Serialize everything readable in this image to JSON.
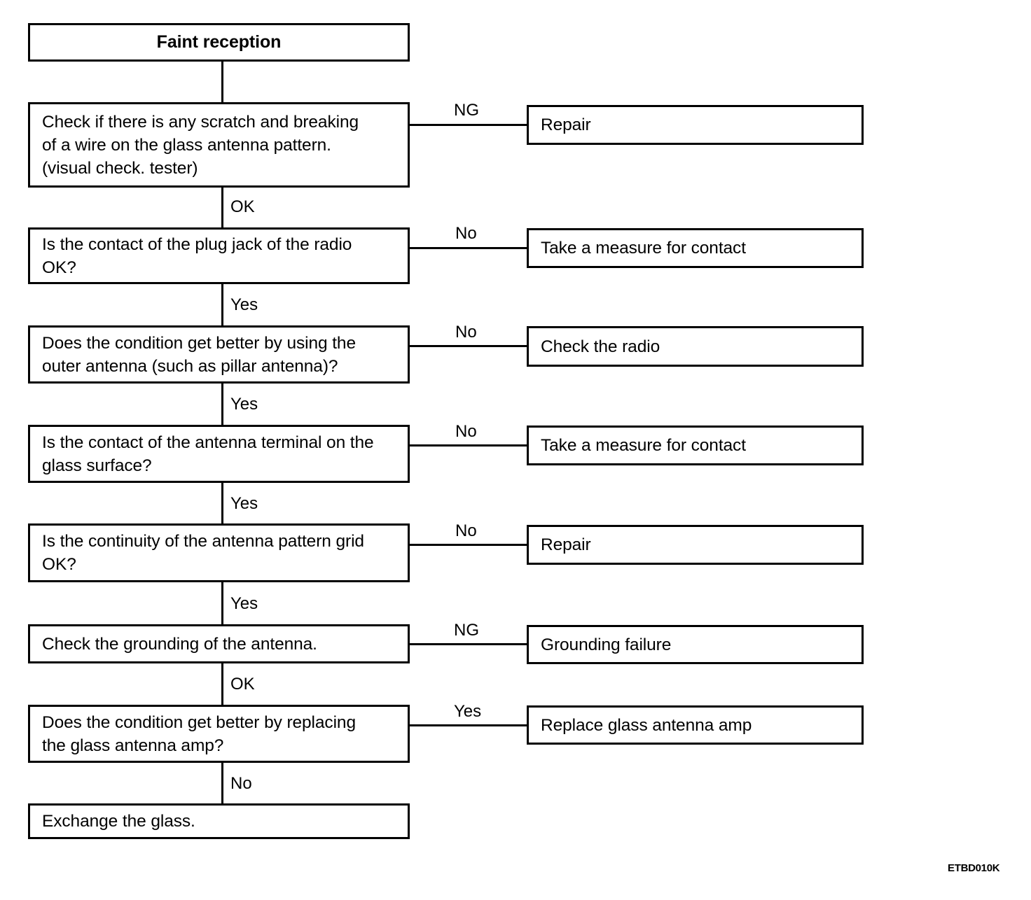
{
  "diagram": {
    "title": "Faint reception",
    "footer_code": "ETBD010K",
    "steps": [
      {
        "id": "start",
        "text": "Faint reception",
        "kind": "title"
      },
      {
        "id": "check-scratch",
        "text": "Check if there is any scratch and breaking\nof a wire on the glass antenna pattern.\n(visual check. tester)",
        "branch_label": "NG",
        "result": "Repair",
        "next_label": "OK"
      },
      {
        "id": "plug-jack",
        "text": "Is the contact of the plug jack of the radio\nOK?",
        "branch_label": "No",
        "result": "Take a measure for contact",
        "next_label": "Yes"
      },
      {
        "id": "outer-antenna",
        "text": "Does the condition get better by using the\nouter antenna (such as pillar antenna)?",
        "branch_label": "No",
        "result": "Check the radio",
        "next_label": "Yes"
      },
      {
        "id": "antenna-terminal",
        "text": "Is the contact of the antenna terminal on the\nglass surface?",
        "branch_label": "No",
        "result": "Take a measure for contact",
        "next_label": "Yes"
      },
      {
        "id": "pattern-grid",
        "text": "Is the continuity of the antenna pattern grid\nOK?",
        "branch_label": "No",
        "result": "Repair",
        "next_label": "Yes"
      },
      {
        "id": "grounding",
        "text": "Check the grounding of the antenna.",
        "branch_label": "NG",
        "result": "Grounding failure",
        "next_label": "OK"
      },
      {
        "id": "replace-amp",
        "text": "Does the condition get better by replacing\nthe glass antenna amp?",
        "branch_label": "Yes",
        "result": "Replace glass antenna amp",
        "next_label": "No"
      },
      {
        "id": "exchange-glass",
        "text": "Exchange the glass.",
        "branch_label": "",
        "result": "",
        "next_label": ""
      }
    ]
  }
}
